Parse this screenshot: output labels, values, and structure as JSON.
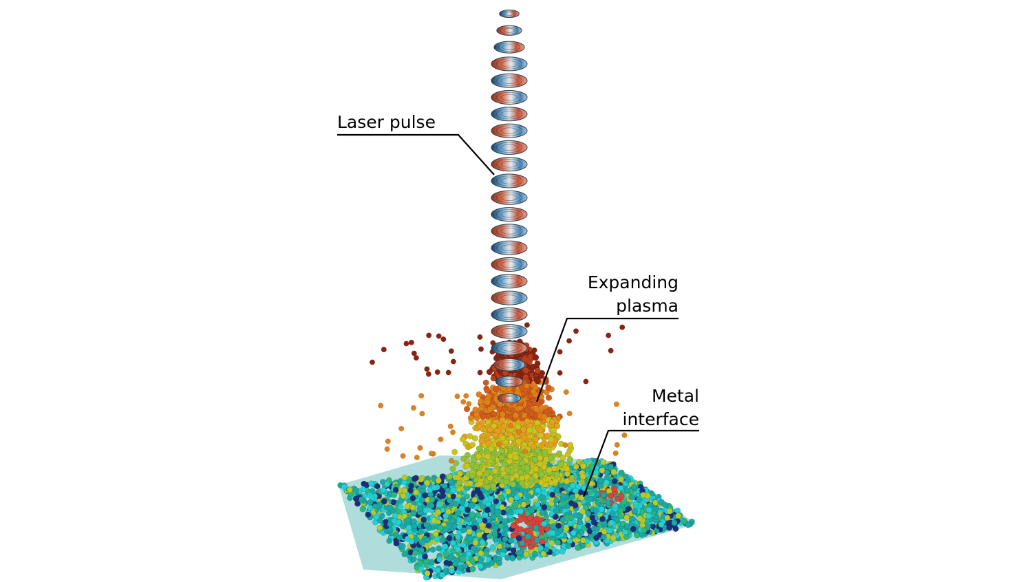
{
  "labels": {
    "laser_pulse": "Laser pulse",
    "expanding_plasma_line1": "Expanding",
    "expanding_plasma_line2": "plasma",
    "metal_interface_line1": "Metal",
    "metal_interface_line2": "interface"
  },
  "colors": {
    "background": "#ffffff",
    "laser_red": "#c9563a",
    "laser_blue": "#3f78a6",
    "laser_pale": "#dfe6ea",
    "plasma_dark": "#8a2410",
    "plasma_orange": "#e0821b",
    "plasma_yellow": "#c9c41e",
    "metal_teal": "#1aa9a5",
    "metal_cyan": "#22d0d6",
    "metal_navy": "#1e2f7a",
    "metal_red": "#d9443c",
    "label_text": "#000000"
  },
  "icons": {
    "laser_disc": "ellipse-disc",
    "particle": "sphere-dot"
  }
}
